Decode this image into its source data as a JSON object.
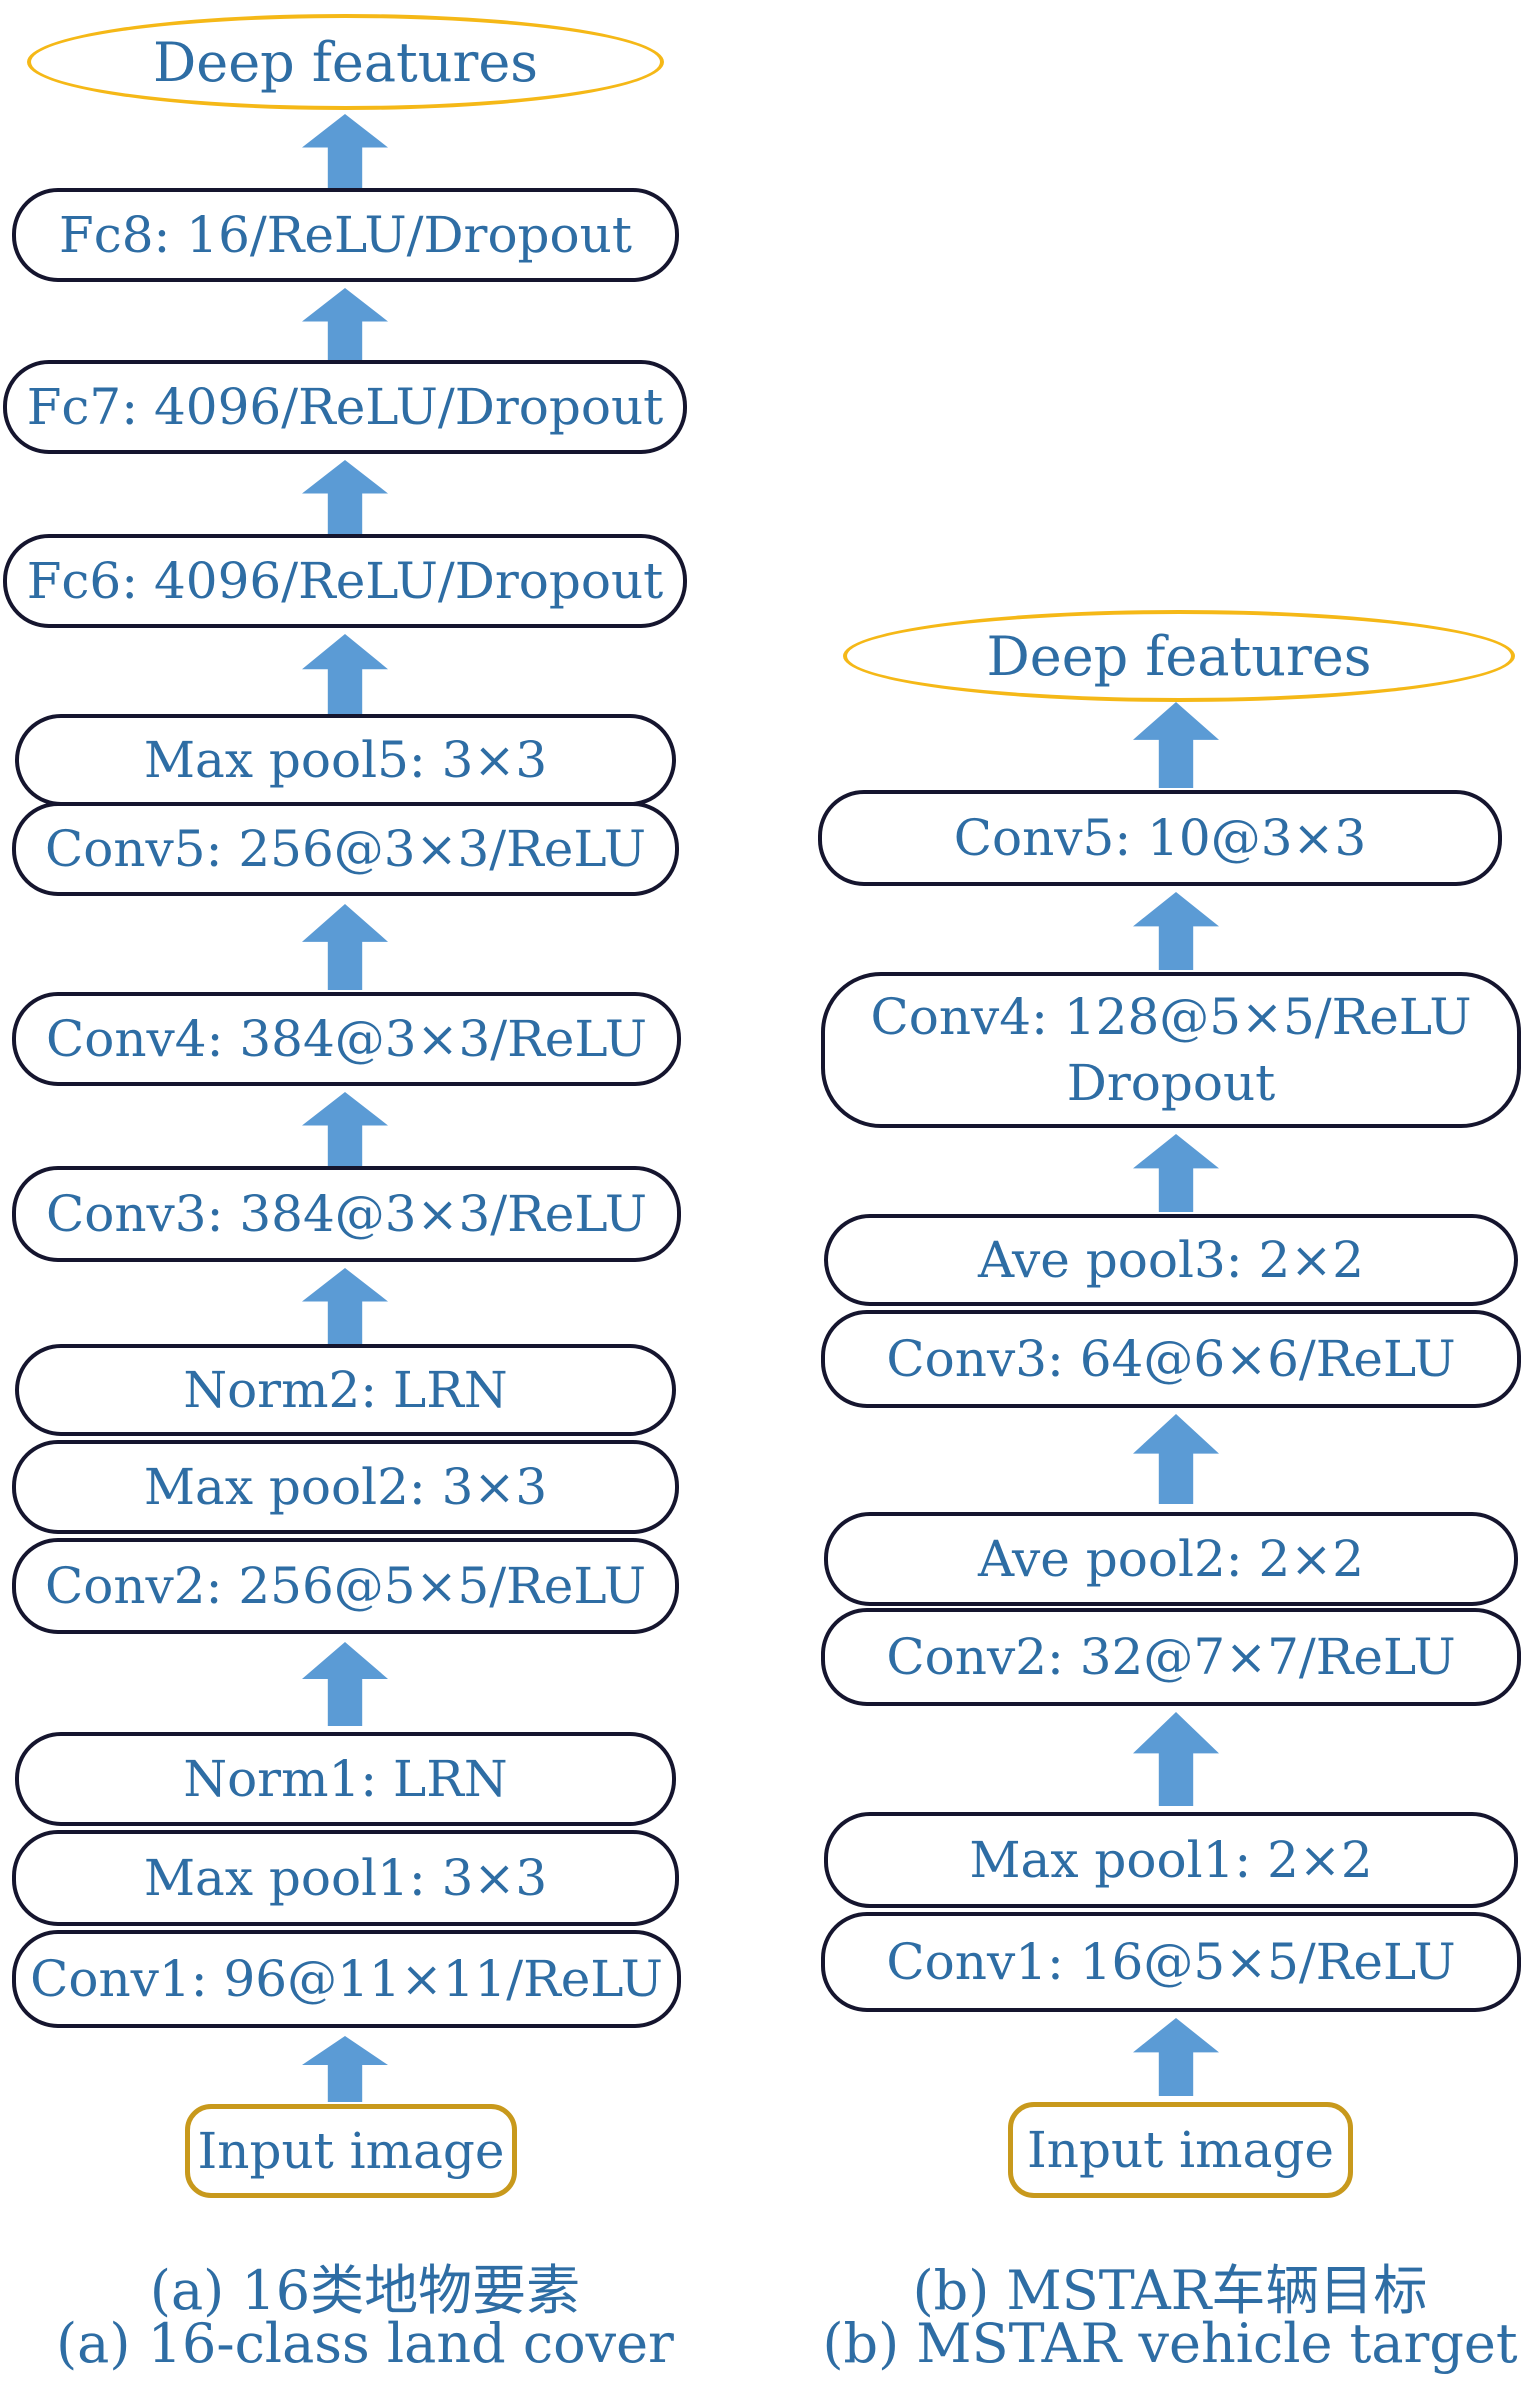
{
  "left": {
    "deep_features": "Deep features",
    "boxes": {
      "fc8": "Fc8: 16/ReLU/Dropout",
      "fc7": "Fc7: 4096/ReLU/Dropout",
      "fc6": "Fc6: 4096/ReLU/Dropout",
      "maxpool5": "Max pool5: 3×3",
      "conv5": "Conv5: 256@3×3/ReLU",
      "conv4": "Conv4: 384@3×3/ReLU",
      "conv3": "Conv3: 384@3×3/ReLU",
      "norm2": "Norm2: LRN",
      "maxpool2": "Max pool2: 3×3",
      "conv2": "Conv2: 256@5×5/ReLU",
      "norm1": "Norm1: LRN",
      "maxpool1": "Max pool1: 3×3",
      "conv1": "Conv1: 96@11×11/ReLU"
    },
    "input": "Input image",
    "caption_zh": "(a) 16类地物要素",
    "caption_en": "(a) 16-class land cover"
  },
  "right": {
    "deep_features": "Deep features",
    "boxes": {
      "conv5": "Conv5: 10@3×3",
      "conv4_line1": "Conv4: 128@5×5/ReLU",
      "conv4_line2": "Dropout",
      "avepool3": "Ave pool3: 2×2",
      "conv3": "Conv3: 64@6×6/ReLU",
      "avepool2": "Ave pool2: 2×2",
      "conv2": "Conv2: 32@7×7/ReLU",
      "maxpool1": "Max pool1: 2×2",
      "conv1": "Conv1: 16@5×5/ReLU"
    },
    "input": "Input image",
    "caption_zh": "(b) MSTAR车辆目标",
    "caption_en": "(b) MSTAR vehicle target"
  },
  "colors": {
    "text_blue": "#2e6da4",
    "arrow_blue": "#5b9bd5",
    "box_border": "#15152e",
    "ellipse_gold": "#f5b817",
    "input_gold": "#c8991c"
  }
}
